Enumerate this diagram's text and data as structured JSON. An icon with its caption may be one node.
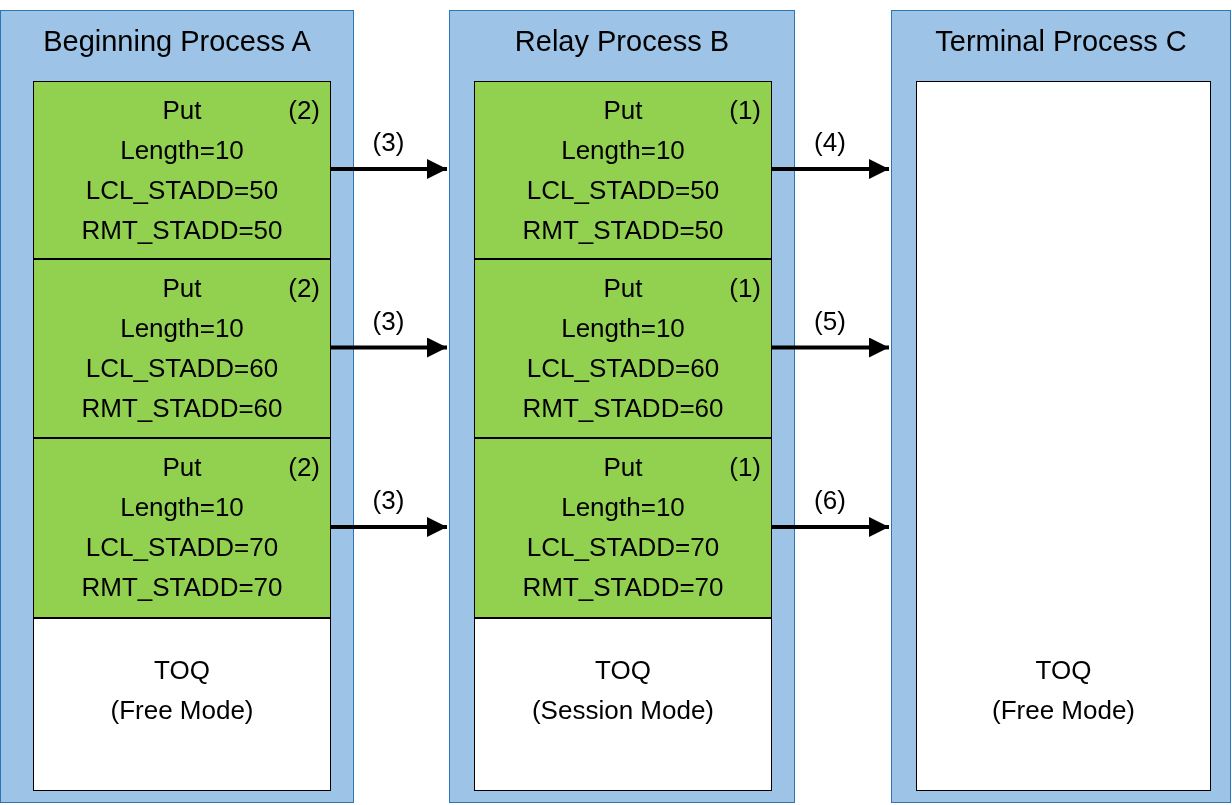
{
  "diagram": {
    "nodes": [
      {
        "text": [
          "Beginning Process A"
        ]
      },
      {
        "text": [
          "Put",
          "(2)",
          "Length=10",
          "LCL_STADD=50",
          "RMT_STADD=50"
        ],
        "in": 0
      },
      {
        "text": [
          "Put",
          "(2)",
          "Length=10",
          "LCL_STADD=60",
          "RMT_STADD=60"
        ],
        "in": 0
      },
      {
        "text": [
          "Put",
          "(2)",
          "Length=10",
          "LCL_STADD=70",
          "RMT_STADD=70"
        ],
        "in": 0
      },
      {
        "text": [
          "TOQ",
          "(Free Mode)"
        ],
        "in": 0
      },
      {
        "text": [
          "Relay Process B"
        ]
      },
      {
        "text": [
          "Put",
          "(1)",
          "Length=10",
          "LCL_STADD=50",
          "RMT_STADD=50"
        ],
        "in": 5
      },
      {
        "text": [
          "Put",
          "(1)",
          "Length=10",
          "LCL_STADD=60",
          "RMT_STADD=60"
        ],
        "in": 5
      },
      {
        "text": [
          "Put",
          "(1)",
          "Length=10",
          "LCL_STADD=70",
          "RMT_STADD=70"
        ],
        "in": 5
      },
      {
        "text": [
          "TOQ",
          "(Session Mode)"
        ],
        "in": 5
      },
      {
        "text": [
          "Terminal Process C"
        ]
      },
      {
        "text": [
          "TOQ",
          "(Free Mode)"
        ],
        "in": 10
      }
    ],
    "edges": [
      {
        "from": 1,
        "to": 5,
        "arrow": "to",
        "label": "(3)"
      },
      {
        "from": 2,
        "to": 5,
        "arrow": "to",
        "label": "(3)"
      },
      {
        "from": 3,
        "to": 5,
        "arrow": "to",
        "label": "(3)"
      },
      {
        "from": 6,
        "to": 10,
        "arrow": "to",
        "label": "(4)"
      },
      {
        "from": 7,
        "to": 10,
        "arrow": "to",
        "label": "(5)"
      },
      {
        "from": 8,
        "to": 10,
        "arrow": "to",
        "label": "(6)"
      }
    ]
  }
}
